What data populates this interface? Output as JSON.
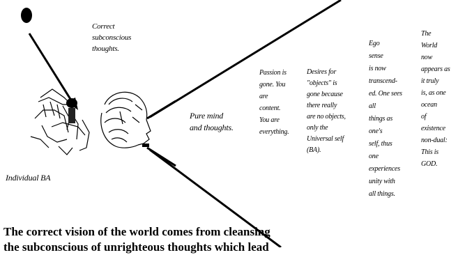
{
  "labels": {
    "correct_thoughts": "Correct\nsubconscious\nthoughts.",
    "individual": "Individual BA",
    "pure_mind": "Pure mind\nand thoughts.",
    "passion": "Passion is\ngone. You\nare\ncontent.\nYou are\neverything.",
    "desires": "Desires for\n\"objects\" is\ngone because\nthere really\nare no objects,\nonly the\nUniversal self\n(BA).",
    "ego": "Ego\nsense\nis now\ntranscend-\ned. One sees\nall\nthings as\none's\nself, thus\none\nexperiences\nunity with\nall things.",
    "world": "The\nWorld\nnow\nappears as\nit truly\nis, as one\nocean\nof\nexistence\nnon-dual:\nThis is\nGOD."
  },
  "caption": {
    "line1": "The correct vision of the world comes from cleansing",
    "line2": "the subconscious of unrighteous thoughts which lead"
  },
  "colors": {
    "ink": "#000000",
    "background": "#ffffff"
  }
}
